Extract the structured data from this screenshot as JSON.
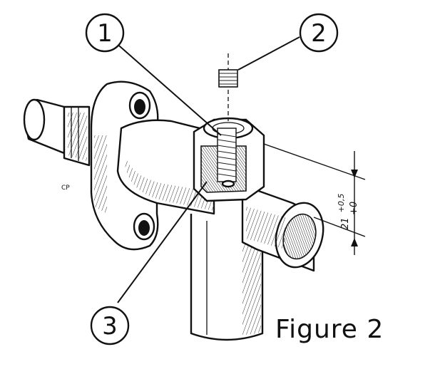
{
  "figure": {
    "caption": "Figure 2",
    "small_label": "CP",
    "dimension": {
      "nominal": "21",
      "upper_tol": "+0,5",
      "lower_tol": "+0"
    },
    "callouts": [
      {
        "label": "1"
      },
      {
        "label": "2"
      },
      {
        "label": "3"
      }
    ]
  }
}
